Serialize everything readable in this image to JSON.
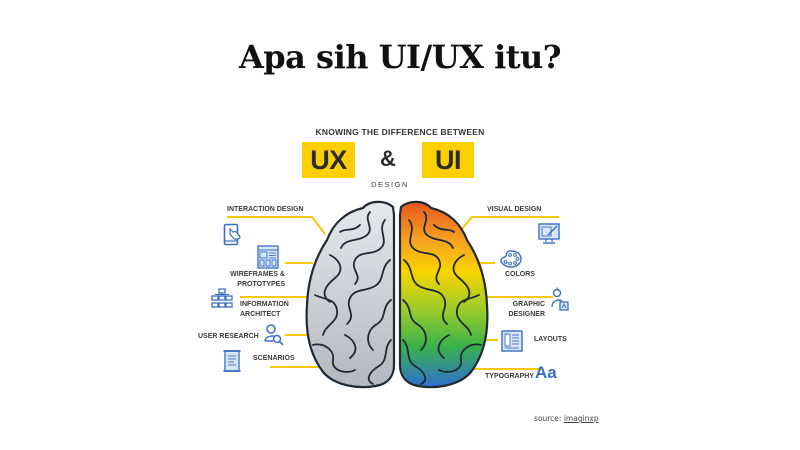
{
  "slide": {
    "title": "Apa sih UI/UX itu?"
  },
  "infographic": {
    "heading": "KNOWING THE DIFFERENCE BETWEEN",
    "ux_tag": "UX",
    "ampersand": "&",
    "ui_tag": "UI",
    "subheading": "DESIGN",
    "accent_color": "#fcd000",
    "icon_color": "#3a6fc4",
    "ux_side": {
      "items": [
        {
          "label": "INTERACTION DESIGN",
          "icon": "tablet-touch-icon"
        },
        {
          "label_line1": "WIREFRAMES &",
          "label_line2": "PROTOTYPES",
          "icon": "wireframe-icon"
        },
        {
          "label_line1": "INFORMATION",
          "label_line2": "ARCHITECT",
          "icon": "sitemap-icon"
        },
        {
          "label": "USER RESEARCH",
          "icon": "user-search-icon"
        },
        {
          "label": "SCENARIOS",
          "icon": "scroll-document-icon"
        }
      ]
    },
    "ui_side": {
      "items": [
        {
          "label": "VISUAL DESIGN",
          "icon": "monitor-design-icon"
        },
        {
          "label": "COLORS",
          "icon": "palette-icon"
        },
        {
          "label_line1": "GRAPHIC",
          "label_line2": "DESIGNER",
          "icon": "designer-icon"
        },
        {
          "label": "LAYOUTS",
          "icon": "layout-icon"
        },
        {
          "label": "TYPOGRAPHY",
          "icon": "typography-icon",
          "glyph": "Aa"
        }
      ]
    }
  },
  "source": {
    "prefix": "source: ",
    "link_text": "imaginxp"
  }
}
